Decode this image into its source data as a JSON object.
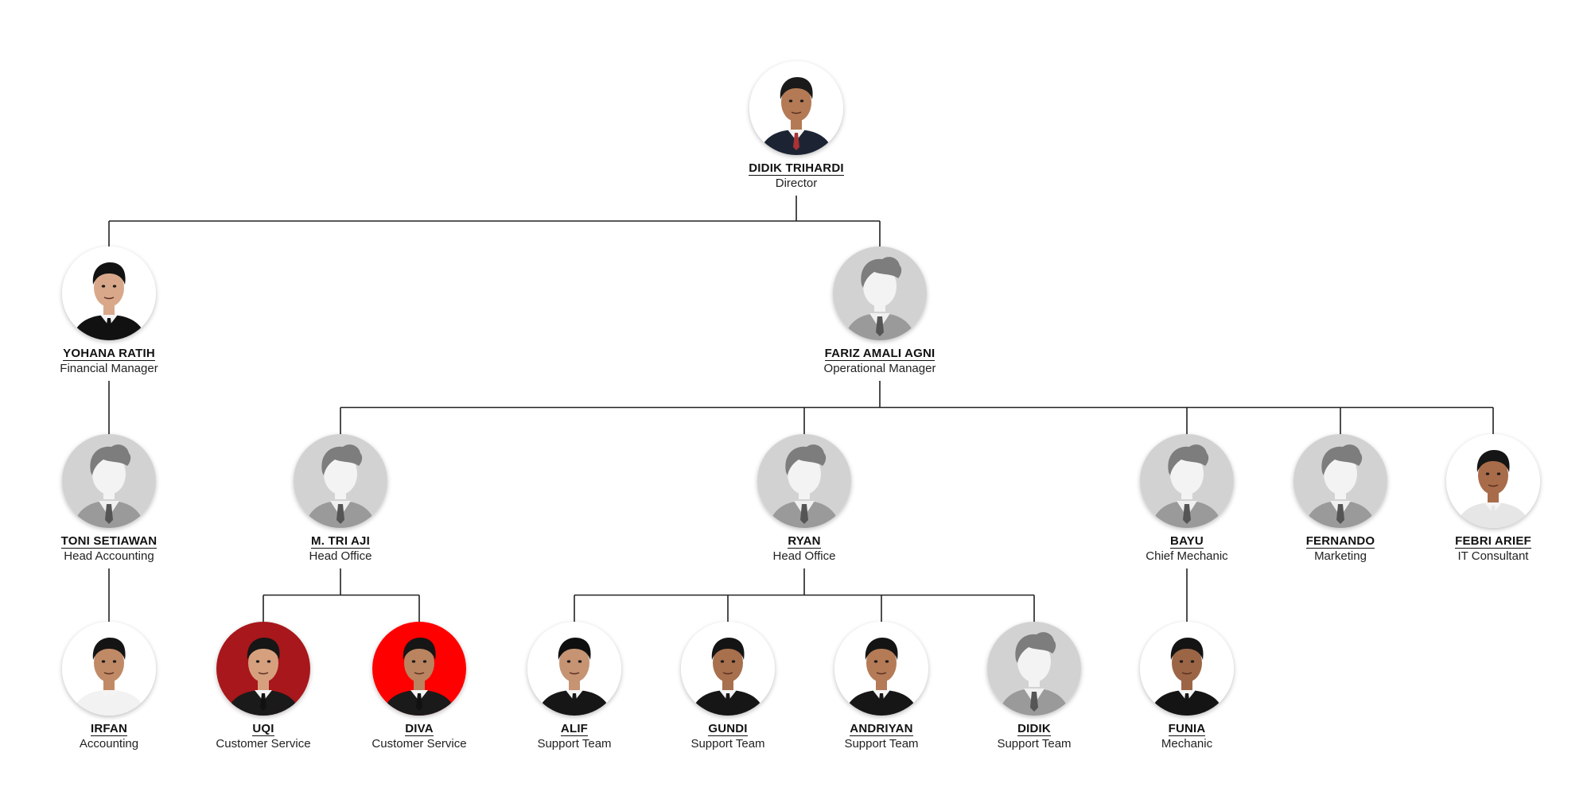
{
  "org_chart": {
    "nodes": [
      {
        "id": "didik-trihardi",
        "name": "DIDIK TRIHARDI",
        "title": "Director",
        "avatar": "photo",
        "bg": "#ffffff",
        "skin": "#b47a55",
        "hair": "#1a1a1a",
        "suit": "#1c2433",
        "tie": "#a83236"
      },
      {
        "id": "yohana-ratih",
        "name": "YOHANA RATIH",
        "title": "Financial Manager",
        "avatar": "photo",
        "bg": "#ffffff",
        "skin": "#d9a88a",
        "hair": "#121212",
        "suit": "#111111",
        "tie": "#111111"
      },
      {
        "id": "fariz-amali-agni",
        "name": "FARIZ AMALI AGNI",
        "title": "Operational Manager",
        "avatar": "placeholder"
      },
      {
        "id": "toni-setiawan",
        "name": "TONI SETIAWAN",
        "title": "Head Accounting",
        "avatar": "placeholder"
      },
      {
        "id": "m-tri-aji",
        "name": "M. TRI AJI",
        "title": "Head Office",
        "avatar": "placeholder"
      },
      {
        "id": "ryan",
        "name": "RYAN",
        "title": "Head Office",
        "avatar": "placeholder"
      },
      {
        "id": "bayu",
        "name": "BAYU",
        "title": "Chief Mechanic",
        "avatar": "placeholder"
      },
      {
        "id": "fernando",
        "name": "FERNANDO",
        "title": "Marketing",
        "avatar": "placeholder"
      },
      {
        "id": "febri-arief",
        "name": "FEBRI ARIEF",
        "title": "IT Consultant",
        "avatar": "photo",
        "bg": "#ffffff",
        "skin": "#a86c4a",
        "hair": "#151515",
        "suit": "#e6e6e6",
        "tie": "#e6e6e6"
      },
      {
        "id": "irfan",
        "name": "IRFAN",
        "title": "Accounting",
        "avatar": "photo",
        "bg": "#ffffff",
        "skin": "#c08a66",
        "hair": "#141414",
        "suit": "#f2f2f2",
        "tie": "#f2f2f2"
      },
      {
        "id": "uqi",
        "name": "UQI",
        "title": "Customer Service",
        "avatar": "photo",
        "bg": "#a8171b",
        "skin": "#d6a07e",
        "hair": "#161616",
        "suit": "#1a1a1a",
        "tie": "#111111"
      },
      {
        "id": "diva",
        "name": "DIVA",
        "title": "Customer Service",
        "avatar": "photo",
        "bg": "#ff0000",
        "skin": "#b9845f",
        "hair": "#161616",
        "suit": "#1a1a1a",
        "tie": "#111111"
      },
      {
        "id": "alif",
        "name": "ALIF",
        "title": "Support Team",
        "avatar": "photo",
        "bg": "#ffffff",
        "skin": "#c69373",
        "hair": "#0f0f0f",
        "suit": "#161616",
        "tie": "#161616"
      },
      {
        "id": "gundi",
        "name": "GUNDI",
        "title": "Support Team",
        "avatar": "photo",
        "bg": "#ffffff",
        "skin": "#a8704d",
        "hair": "#141414",
        "suit": "#161616",
        "tie": "#161616"
      },
      {
        "id": "andriyan",
        "name": "ANDRIYAN",
        "title": "Support Team",
        "avatar": "photo",
        "bg": "#ffffff",
        "skin": "#b47b56",
        "hair": "#141414",
        "suit": "#161616",
        "tie": "#161616"
      },
      {
        "id": "didik",
        "name": "DIDIK",
        "title": "Support Team",
        "avatar": "placeholder"
      },
      {
        "id": "funia",
        "name": "FUNIA",
        "title": "Mechanic",
        "avatar": "photo",
        "bg": "#ffffff",
        "skin": "#9c6646",
        "hair": "#141414",
        "suit": "#141414",
        "tie": "#141414"
      }
    ],
    "edges": [
      [
        "didik-trihardi",
        "yohana-ratih"
      ],
      [
        "didik-trihardi",
        "fariz-amali-agni"
      ],
      [
        "yohana-ratih",
        "toni-setiawan"
      ],
      [
        "toni-setiawan",
        "irfan"
      ],
      [
        "fariz-amali-agni",
        "m-tri-aji"
      ],
      [
        "fariz-amali-agni",
        "ryan"
      ],
      [
        "fariz-amali-agni",
        "bayu"
      ],
      [
        "fariz-amali-agni",
        "fernando"
      ],
      [
        "fariz-amali-agni",
        "febri-arief"
      ],
      [
        "m-tri-aji",
        "uqi"
      ],
      [
        "m-tri-aji",
        "diva"
      ],
      [
        "ryan",
        "alif"
      ],
      [
        "ryan",
        "gundi"
      ],
      [
        "ryan",
        "andriyan"
      ],
      [
        "ryan",
        "didik"
      ],
      [
        "bayu",
        "funia"
      ]
    ],
    "line_color": "#222222",
    "placeholder_colors": {
      "bg": "#d2d2d2",
      "face": "#f3f3f3",
      "hair": "#7d7d7d",
      "suit": "#9a9a9a",
      "shirt": "#f0f0f0",
      "tie": "#555555"
    }
  }
}
